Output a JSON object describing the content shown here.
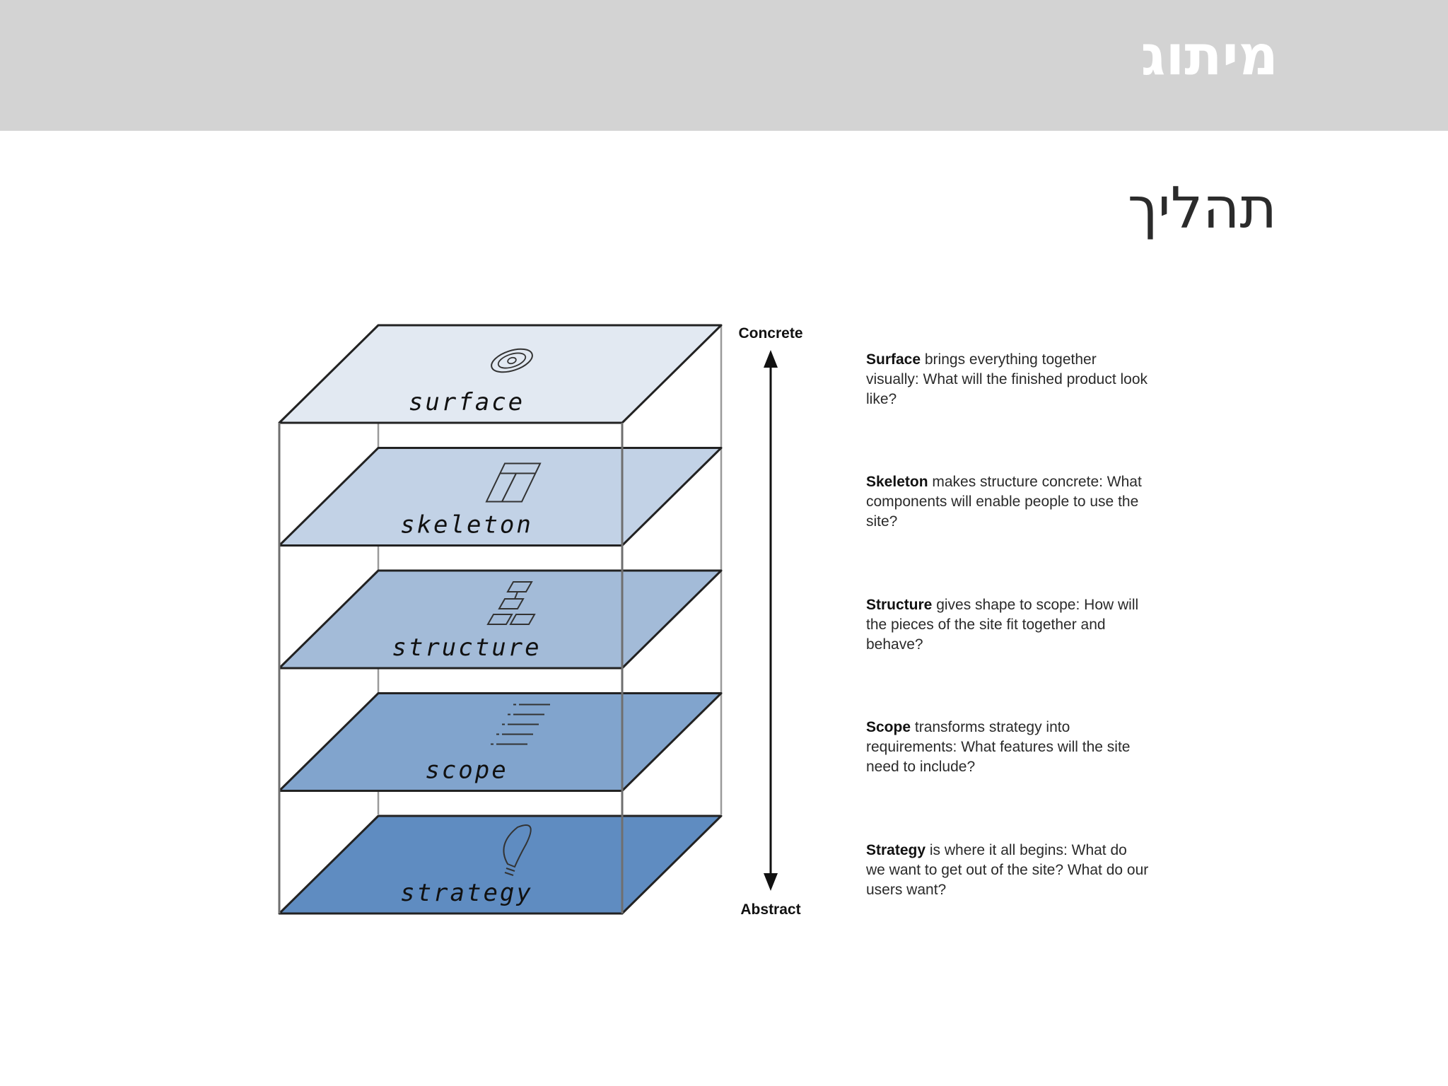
{
  "header": {
    "title": "מיתוג"
  },
  "subtitle": "תהליך",
  "diagram": {
    "axis": {
      "top_label": "Concrete",
      "bottom_label": "Abstract"
    },
    "planes": [
      {
        "name": "surface",
        "icon": "eye-icon",
        "color": "#e2e9f2"
      },
      {
        "name": "skeleton",
        "icon": "wireframe-icon",
        "color": "#c2d2e6"
      },
      {
        "name": "structure",
        "icon": "sitemap-icon",
        "color": "#a3bbd8"
      },
      {
        "name": "scope",
        "icon": "list-icon",
        "color": "#81a4cd"
      },
      {
        "name": "strategy",
        "icon": "lightbulb-icon",
        "color": "#5f8cc1"
      }
    ],
    "descriptions": [
      {
        "term": "Surface",
        "text": " brings everything together visually: What will the finished product look like?"
      },
      {
        "term": "Skeleton",
        "text": " makes structure concrete: What components will enable people to use the site?"
      },
      {
        "term": "Structure",
        "text": " gives shape to scope: How will the pieces of the site fit together and behave?"
      },
      {
        "term": "Scope",
        "text": " transforms strategy into requirements: What features will the site need to include?"
      },
      {
        "term": "Strategy",
        "text": " is where it all begins: What do we want to get out of the site? What do our users want?"
      }
    ]
  }
}
